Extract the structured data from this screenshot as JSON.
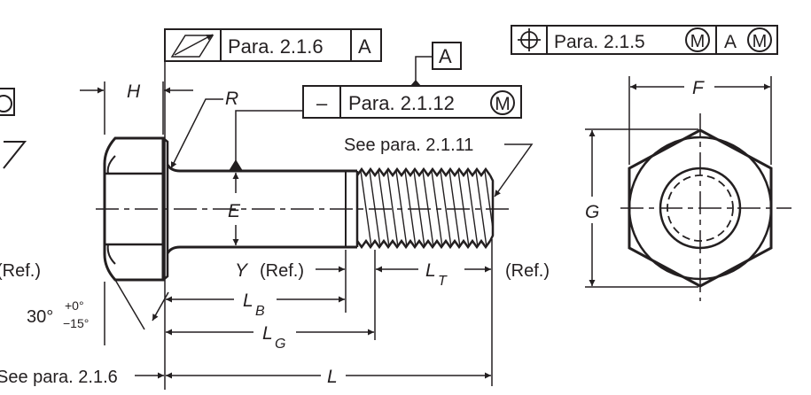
{
  "fcf_runout": {
    "ref": "Para. 2.1.6",
    "datum": "A"
  },
  "fcf_straightness": {
    "symbol": "–",
    "ref": "Para. 2.1.12",
    "modifier": "M"
  },
  "fcf_position": {
    "ref": "Para. 2.1.5",
    "mod1": "M",
    "datum": "A",
    "mod2": "M"
  },
  "datum_label": "A",
  "dims": {
    "H": "H",
    "R": "R",
    "E": "E",
    "Y": "Y",
    "Y_ref": "(Ref.)",
    "LB": "L",
    "LB_sub": "B",
    "LG": "L",
    "LG_sub": "G",
    "LT": "L",
    "LT_sub": "T",
    "LT_ref": "(Ref.)",
    "L": "L",
    "F": "F",
    "G": "G"
  },
  "notes": {
    "see_2111": "See para. 2.1.11",
    "see_216": "See para. 2.1.6",
    "angle": "30°",
    "tol_plus": "+0°",
    "tol_minus": "−15°",
    "ref_left": "(Ref.)"
  }
}
